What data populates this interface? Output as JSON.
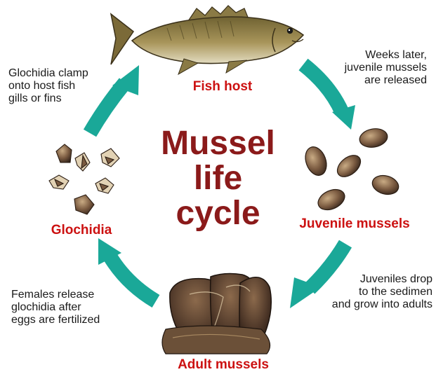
{
  "title": "Mussel\nlife\ncycle",
  "colors": {
    "title": "#8b1a1a",
    "stage_label": "#cc1111",
    "arrow": "#1aa898",
    "fish_body": "#9d8a4e",
    "shell_dark": "#4a3426",
    "shell_light": "#d7c3a0"
  },
  "stages": {
    "fish_host": "Fish host",
    "juvenile": "Juvenile mussels",
    "adult": "Adult mussels",
    "glochidia": "Glochidia"
  },
  "captions": {
    "juvenile_release": "Weeks later,\njuvenile mussels\nare released",
    "drop": "Juveniles drop\nto the sedimen\nand grow into adults",
    "release": "Females release\nglochidia after\neggs are fertilized",
    "clamp": "Glochidia clamp\nonto host fish\ngills or fins"
  },
  "icons": [
    "fish-illustration",
    "juvenile-mussels-illustration",
    "adult-mussels-illustration",
    "glochidia-illustration",
    "cycle-arrow-icon"
  ]
}
